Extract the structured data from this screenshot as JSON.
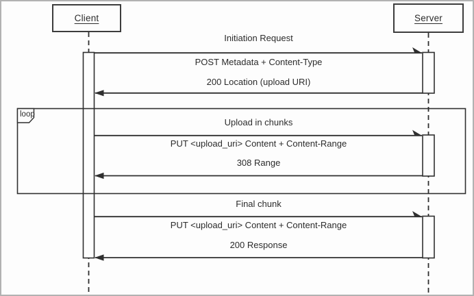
{
  "diagram": {
    "kind": "uml-sequence-diagram",
    "actors": [
      {
        "name": "Client"
      },
      {
        "name": "Server"
      }
    ],
    "loop": {
      "operator_label": "loop",
      "contains": [
        "Upload in chunks",
        "PUT <upload_uri> Content + Content-Range",
        "308 Range"
      ]
    },
    "flow": [
      {
        "text": "Initiation Request",
        "kind": "section-title"
      },
      {
        "text": "POST Metadata + Content-Type",
        "kind": "request",
        "from": "Client",
        "to": "Server"
      },
      {
        "text": "200 Location (upload URI)",
        "kind": "response",
        "from": "Server",
        "to": "Client"
      },
      {
        "text": "Upload in chunks",
        "kind": "section-title",
        "in_loop": true
      },
      {
        "text": "PUT <upload_uri> Content + Content-Range",
        "kind": "request",
        "from": "Client",
        "to": "Server",
        "in_loop": true
      },
      {
        "text": "308 Range",
        "kind": "response",
        "from": "Server",
        "to": "Client",
        "in_loop": true
      },
      {
        "text": "Final chunk",
        "kind": "section-title"
      },
      {
        "text": "PUT <upload_uri> Content + Content-Range",
        "kind": "request",
        "from": "Client",
        "to": "Server"
      },
      {
        "text": "200 Response",
        "kind": "response",
        "from": "Server",
        "to": "Client"
      }
    ],
    "colors": {
      "line": "#2f2f2f",
      "background": "#fdfdfd",
      "canvas_border": "#b2b2b2",
      "text": "#2b2b2b"
    }
  }
}
